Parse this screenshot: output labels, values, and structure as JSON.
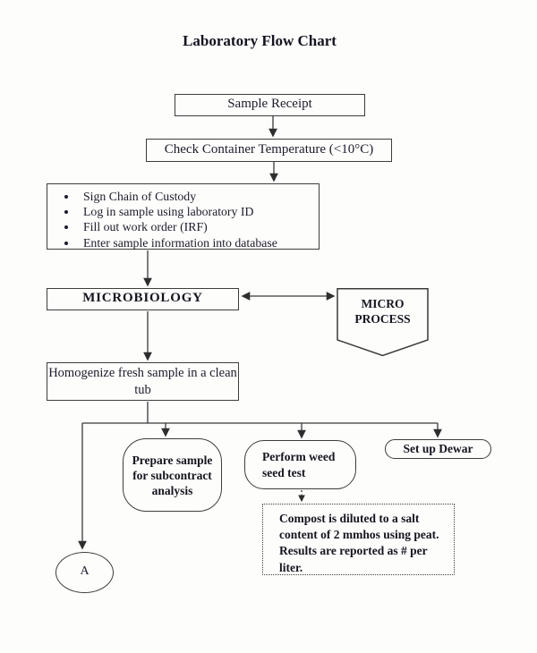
{
  "page": {
    "title": "Laboratory Flow Chart",
    "background_color": "#fdfdfc",
    "ink_color": "#1c1c2b",
    "line_color": "#3a3a3a"
  },
  "nodes": {
    "sample_receipt": {
      "label": "Sample Receipt",
      "shape": "rectangle"
    },
    "check_temp": {
      "label": "Check Container Temperature (<10°C)",
      "shape": "rectangle"
    },
    "intake_steps": {
      "shape": "rectangle",
      "bullets": [
        "Sign Chain of Custody",
        "Log in sample using laboratory ID",
        "Fill out work order (IRF)",
        "Enter sample information into database"
      ]
    },
    "microbiology": {
      "label": "MICROBIOLOGY",
      "shape": "rectangle"
    },
    "micro_process": {
      "label": "MICRO PROCESS",
      "shape": "off-page-connector-pentagon"
    },
    "homogenize": {
      "label": "Homogenize fresh sample in a clean tub",
      "shape": "rectangle"
    },
    "prepare_subcontract": {
      "label": "Prepare sample for subcontract analysis",
      "shape": "rounded-rectangle"
    },
    "weed_seed_test": {
      "label": "Perform weed seed test",
      "shape": "rounded-rectangle"
    },
    "set_up_dewar": {
      "label": "Set up Dewar",
      "shape": "stadium"
    },
    "compost_note": {
      "text": "Compost is diluted to a salt content of 2 mmhos using peat.  Results are reported as # per liter.",
      "shape": "dotted-rectangle"
    },
    "connector_a": {
      "label": "A",
      "shape": "circle"
    }
  }
}
